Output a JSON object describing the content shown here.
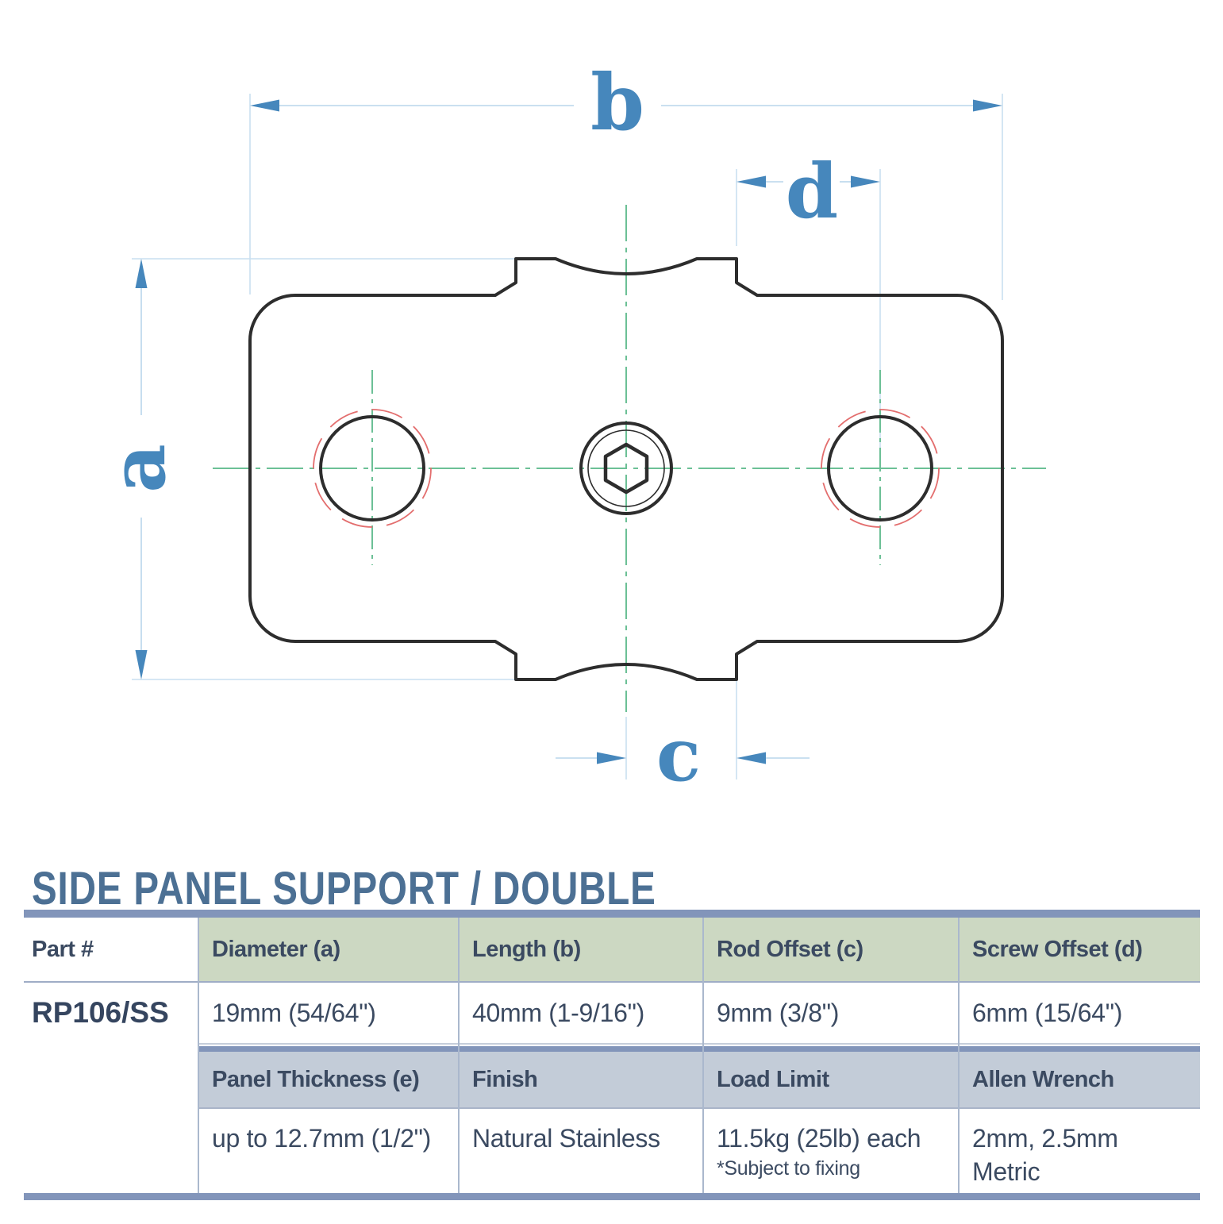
{
  "title": "SIDE PANEL SUPPORT / DOUBLE",
  "drawing": {
    "dimension_labels": {
      "a": "a",
      "b": "b",
      "c": "c",
      "d": "d"
    }
  },
  "colors": {
    "accent_blue": "#4687bc",
    "title_blue": "#4c7094",
    "rule_blue": "#8295ba",
    "header_green_bg": "#ccd8c2",
    "header_gray_bg": "#c3ccd8",
    "table_text": "#3b4a61",
    "centerline_green": "#6cc096",
    "hole_marker_red": "#e36e6e",
    "outline_dark": "#2d2d2d"
  },
  "table": {
    "part_label": "Part #",
    "part_number": "RP106/SS",
    "row1": {
      "headers": [
        "Diameter (a)",
        "Length (b)",
        "Rod Offset (c)",
        "Screw Offset (d)"
      ],
      "values": [
        "19mm (54/64\")",
        "40mm (1-9/16\")",
        "9mm (3/8\")",
        "6mm (15/64\")"
      ]
    },
    "row2": {
      "headers": [
        "Panel Thickness (e)",
        "Finish",
        "Load Limit",
        "Allen Wrench"
      ],
      "values": [
        "up to 12.7mm (1/2\")",
        "Natural Stainless",
        "11.5kg (25lb) each",
        "2mm, 2.5mm Metric"
      ],
      "note": "*Subject to fixing"
    }
  }
}
